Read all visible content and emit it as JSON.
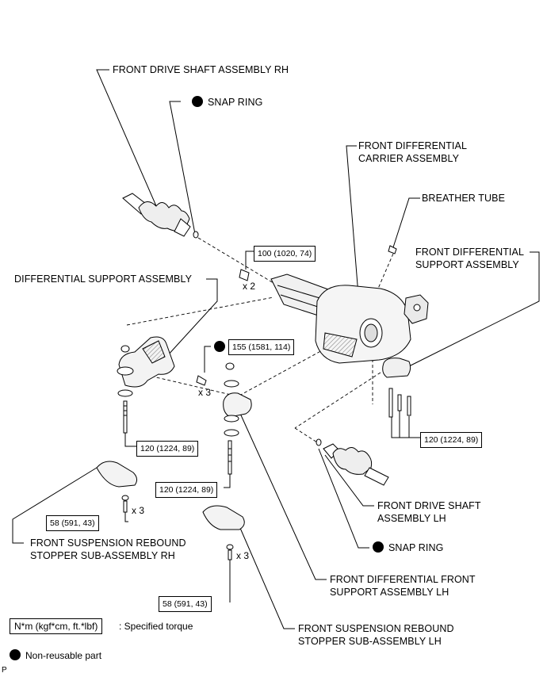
{
  "labels": {
    "front_drive_shaft_rh": "FRONT DRIVE SHAFT ASSEMBLY RH",
    "snap_ring_top": "SNAP RING",
    "carrier_line1": "FRONT DIFFERENTIAL",
    "carrier_line2": "CARRIER ASSEMBLY",
    "breather_tube": "BREATHER TUBE",
    "diff_support_line1": "FRONT DIFFERENTIAL",
    "diff_support_line2": "SUPPORT ASSEMBLY",
    "differential_support_assembly": "DIFFERENTIAL SUPPORT ASSEMBLY",
    "drive_shaft_lh_line1": "FRONT DRIVE SHAFT",
    "drive_shaft_lh_line2": "ASSEMBLY LH",
    "snap_ring_bottom": "SNAP RING",
    "rebound_rh_line1": "FRONT SUSPENSION REBOUND",
    "rebound_rh_line2": "STOPPER SUB-ASSEMBLY RH",
    "front_support_lh_line1": "FRONT DIFFERENTIAL FRONT",
    "front_support_lh_line2": "SUPPORT ASSEMBLY LH",
    "rebound_lh_line1": "FRONT SUSPENSION REBOUND",
    "rebound_lh_line2": "STOPPER SUB-ASSEMBLY LH"
  },
  "torques": {
    "t100": "100 (1020, 74)",
    "t155": "155 (1581, 114)",
    "t120_left": "120 (1224, 89)",
    "t120_mid": "120 (1224, 89)",
    "t120_right": "120 (1224, 89)",
    "t58_left": "58 (591, 43)",
    "t58_mid": "58 (591, 43)"
  },
  "multipliers": {
    "x2": "x 2",
    "x3_bolt": "x 3",
    "x3_left": "x 3",
    "x3_mid": "x 3"
  },
  "legend": {
    "unit_box": "N*m (kgf*cm, ft.*lbf)",
    "unit_desc": ": Specified torque",
    "nonreusable": "Non-reusable part"
  },
  "corner_mark": "P",
  "colors": {
    "ink": "#000000",
    "paper": "#ffffff",
    "metal": "#e8e8e8",
    "metal_dark": "#9a9a9a"
  },
  "icons": {
    "nonreusable_marker": "filled-circle"
  }
}
